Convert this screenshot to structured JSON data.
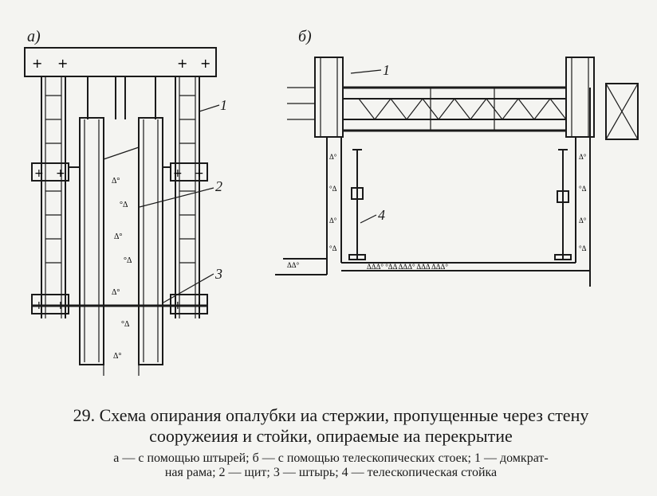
{
  "figure": {
    "panel_a_label": "а)",
    "panel_b_label": "б)",
    "callouts_a": [
      "1",
      "2",
      "3"
    ],
    "callouts_b": [
      "1",
      "4"
    ]
  },
  "caption": {
    "title_line1": "29. Схема опирания опалубки иа стержии, пропущенные через стену",
    "title_line2": "сооружеиия и стойки, опираемые иа перекрытие",
    "legend_line1": "а — с помощью штырей; б — с помощью телескопических стоек; 1 — домкрат-",
    "legend_line2": "ная рама; 2 — щит; 3 — штырь; 4 — телескопическая стойка"
  }
}
